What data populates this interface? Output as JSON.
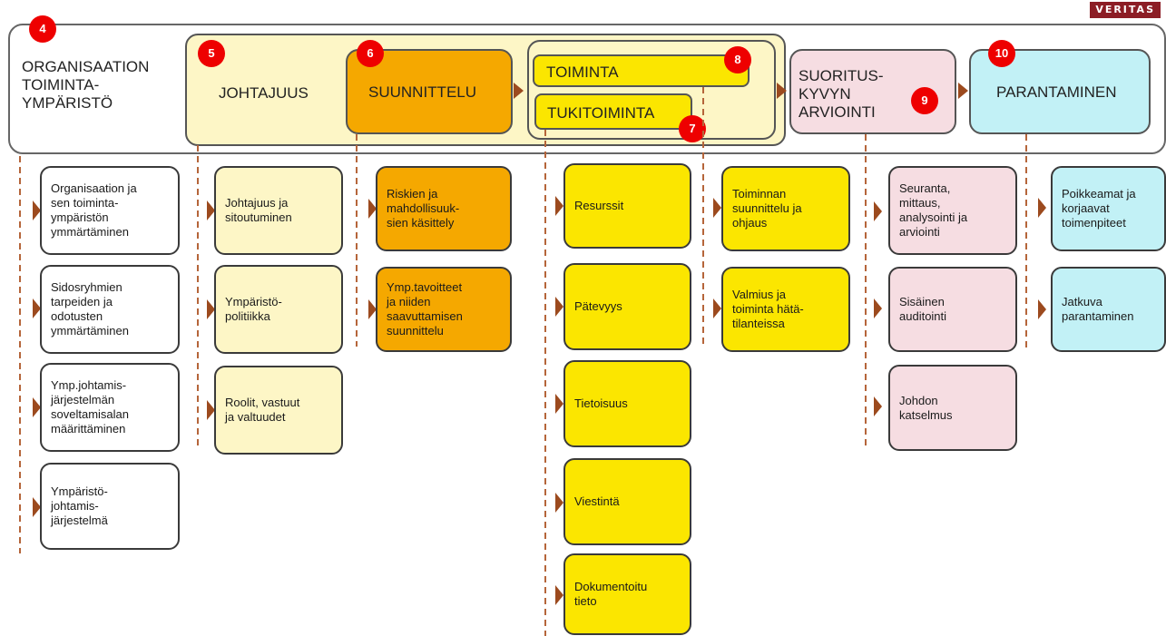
{
  "logo": {
    "text": "VERITAS"
  },
  "header": {
    "organisaatio": "ORGANISAATION\nTOIMINTA-\nYMPÄRISTÖ",
    "johtajuus": "JOHTAJUUS",
    "suunnittelu": "SUUNNITTELU",
    "toiminta": "TOIMINTA",
    "tukitoiminta": "TUKITOIMINTA",
    "suorituskyky": "SUORITUS-\nKYVYN\nARVIOINTI",
    "parantaminen": "PARANTAMINEN"
  },
  "badges": {
    "b4": "4",
    "b5": "5",
    "b6": "6",
    "b7": "7",
    "b8": "8",
    "b9": "9",
    "b10": "10"
  },
  "col_organisaatio": [
    "Organisaation ja\nsen toiminta-\nympäristön\nymmärtäminen",
    "Sidosryhmien\ntarpeiden ja\nodotusten\nymmärtäminen",
    "Ymp.johtamis-\njärjestelmän\nsoveltamisalan\nmäärittäminen",
    "Ympäristö-\njohtamis-\njärjestelmä"
  ],
  "col_johtajuus": [
    "Johtajuus ja\nsitoutuminen",
    "Ympäristö-\npolitiikka",
    "Roolit, vastuut\nja valtuudet"
  ],
  "col_suunnittelu": [
    "Riskien ja\nmahdollisuuk-\nsien käsittely",
    "Ymp.tavoitteet\nja niiden\nsaavuttamisen\nsuunnittelu"
  ],
  "col_tukitoiminta": [
    "Resurssit",
    "Pätevyys",
    "Tietoisuus",
    "Viestintä",
    "Dokumentoitu\ntieto"
  ],
  "col_toiminta": [
    "Toiminnan\nsuunnittelu ja\nohjaus",
    "Valmius ja\ntoiminta hätä-\ntilanteissa"
  ],
  "col_suorituskyky": [
    "Seuranta,\nmittaus,\nanalysointi ja\narviointi",
    "Sisäinen\nauditointi",
    "Johdon\nkatselmus"
  ],
  "col_parantaminen": [
    "Poikkeamat ja\nkorjaavat\ntoimenpiteet",
    "Jatkuva\nparantaminen"
  ],
  "colors": {
    "white": "#ffffff",
    "cream": "#fdf6c6",
    "orange": "#f5a800",
    "yellow": "#fbe600",
    "pink": "#f6dde2",
    "cyan": "#c2f1f6",
    "badge": "#ee0000",
    "arrow": "#9c4a1e",
    "dashed": "#b5653a"
  }
}
